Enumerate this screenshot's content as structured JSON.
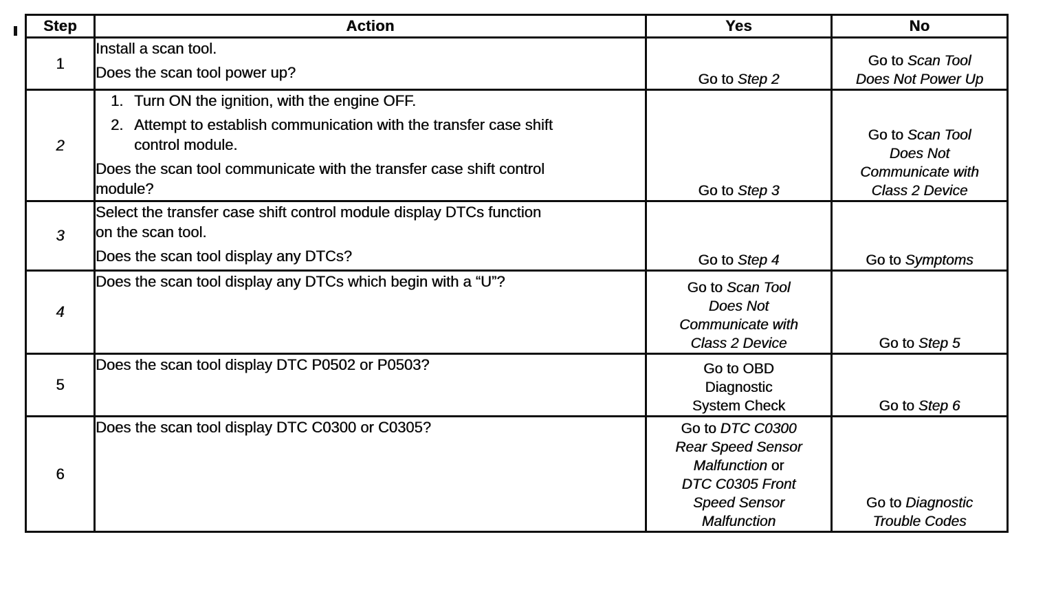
{
  "table": {
    "headers": {
      "step": "Step",
      "action": "Action",
      "yes": "Yes",
      "no": "No"
    },
    "rows": [
      {
        "step": {
          "label": "1",
          "italic": false
        },
        "action": [
          {
            "type": "p",
            "lines": [
              "Install a scan tool."
            ]
          },
          {
            "type": "p",
            "lines": [
              "Does the scan tool power up?"
            ]
          }
        ],
        "yes": [
          [
            {
              "t": "Go to ",
              "i": false
            },
            {
              "t": "Step 2",
              "i": true
            }
          ]
        ],
        "no": [
          [
            {
              "t": "Go to ",
              "i": false
            },
            {
              "t": "Scan Tool",
              "i": true
            }
          ],
          [
            {
              "t": "Does Not Power Up",
              "i": true
            }
          ]
        ]
      },
      {
        "step": {
          "label": "2",
          "italic": true
        },
        "action": [
          {
            "type": "list-item",
            "num": "1.",
            "lines": [
              "Turn ON the ignition, with the engine OFF."
            ]
          },
          {
            "type": "list-item",
            "num": "2.",
            "lines": [
              "Attempt to establish communication with the transfer case shift",
              "control module."
            ]
          },
          {
            "type": "p",
            "lines": [
              "Does the scan tool communicate with the transfer case shift control",
              "module?"
            ]
          }
        ],
        "yes": [
          [
            {
              "t": "Go to ",
              "i": false
            },
            {
              "t": "Step 3",
              "i": true
            }
          ]
        ],
        "no": [
          [
            {
              "t": "Go to ",
              "i": false
            },
            {
              "t": "Scan Tool",
              "i": true
            }
          ],
          [
            {
              "t": "Does Not",
              "i": true
            }
          ],
          [
            {
              "t": "Communicate with",
              "i": true
            }
          ],
          [
            {
              "t": "Class 2 Device",
              "i": true
            }
          ]
        ]
      },
      {
        "step": {
          "label": "3",
          "italic": true
        },
        "action": [
          {
            "type": "p",
            "lines": [
              "Select the transfer case shift control module display DTCs function",
              "on the scan tool."
            ]
          },
          {
            "type": "p",
            "lines": [
              "Does the scan tool display any DTCs?"
            ]
          }
        ],
        "yes": [
          [
            {
              "t": "Go to ",
              "i": false
            },
            {
              "t": "Step 4",
              "i": true
            }
          ]
        ],
        "no": [
          [
            {
              "t": "Go to ",
              "i": false
            },
            {
              "t": "Symptoms",
              "i": true
            }
          ]
        ]
      },
      {
        "step": {
          "label": "4",
          "italic": true
        },
        "action": [
          {
            "type": "p",
            "lines": [
              "Does the scan tool display any DTCs which begin with a “U”?"
            ]
          }
        ],
        "yes": [
          [
            {
              "t": "Go to ",
              "i": false
            },
            {
              "t": "Scan Tool",
              "i": true
            }
          ],
          [
            {
              "t": "Does Not",
              "i": true
            }
          ],
          [
            {
              "t": "Communicate with",
              "i": true
            }
          ],
          [
            {
              "t": "Class 2 Device",
              "i": true
            }
          ]
        ],
        "no": [
          [
            {
              "t": "Go to ",
              "i": false
            },
            {
              "t": "Step 5",
              "i": true
            }
          ]
        ]
      },
      {
        "step": {
          "label": "5",
          "italic": false
        },
        "action": [
          {
            "type": "p",
            "lines": [
              "Does the scan tool display DTC P0502 or P0503?"
            ]
          }
        ],
        "yes": [
          [
            {
              "t": "Go to OBD",
              "i": false
            }
          ],
          [
            {
              "t": "Diagnostic",
              "i": false
            }
          ],
          [
            {
              "t": "System Check",
              "i": false
            }
          ]
        ],
        "no": [
          [
            {
              "t": "Go to ",
              "i": false
            },
            {
              "t": "Step 6",
              "i": true
            }
          ]
        ]
      },
      {
        "step": {
          "label": "6",
          "italic": false
        },
        "action": [
          {
            "type": "p",
            "lines": [
              "Does the scan tool display DTC C0300 or C0305?"
            ]
          }
        ],
        "yes": [
          [
            {
              "t": "Go to ",
              "i": false
            },
            {
              "t": "DTC C0300",
              "i": true
            }
          ],
          [
            {
              "t": "Rear Speed Sensor",
              "i": true
            }
          ],
          [
            {
              "t": "Malfunction",
              "i": true
            },
            {
              "t": " or",
              "i": false
            }
          ],
          [
            {
              "t": "DTC C0305 Front",
              "i": true
            }
          ],
          [
            {
              "t": "Speed Sensor",
              "i": true
            }
          ],
          [
            {
              "t": "Malfunction",
              "i": true
            }
          ]
        ],
        "no": [
          [
            {
              "t": "Go to ",
              "i": false
            },
            {
              "t": "Diagnostic",
              "i": true
            }
          ],
          [
            {
              "t": "Trouble Codes",
              "i": true
            }
          ]
        ]
      }
    ]
  }
}
